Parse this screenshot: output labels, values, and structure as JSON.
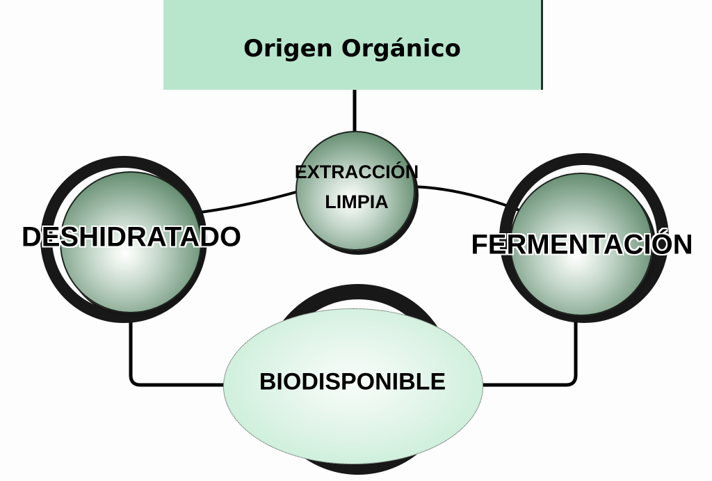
{
  "diagram": {
    "nodes": {
      "origin": {
        "label": "Origen Orgánico",
        "shape": "rectangle"
      },
      "extraction": {
        "line1": "EXTRACCIÓN",
        "line2": "LIMPIA",
        "shape": "sphere"
      },
      "dehydrated": {
        "label": "DESHIDRATADO",
        "shape": "ringed-sphere"
      },
      "fermentation": {
        "label": "FERMENTACIÓN",
        "shape": "ringed-sphere"
      },
      "bioavailable": {
        "label": "BIODISPONIBLE",
        "shape": "ringed-ellipse"
      }
    },
    "edges": [
      {
        "from": "origin",
        "to": "extraction"
      },
      {
        "from": "extraction",
        "to": "dehydrated"
      },
      {
        "from": "extraction",
        "to": "fermentation"
      },
      {
        "from": "dehydrated",
        "to": "bioavailable"
      },
      {
        "from": "fermentation",
        "to": "bioavailable"
      }
    ],
    "colors": {
      "background": "#fdfdfd",
      "box_fill": "#b8e6cd",
      "box_border": "#1c3129",
      "sphere_dark": "#4b7358",
      "ellipse_edge": "#c6ecd6",
      "ring": "#181818",
      "line": "#000000",
      "text": "#000000"
    }
  }
}
